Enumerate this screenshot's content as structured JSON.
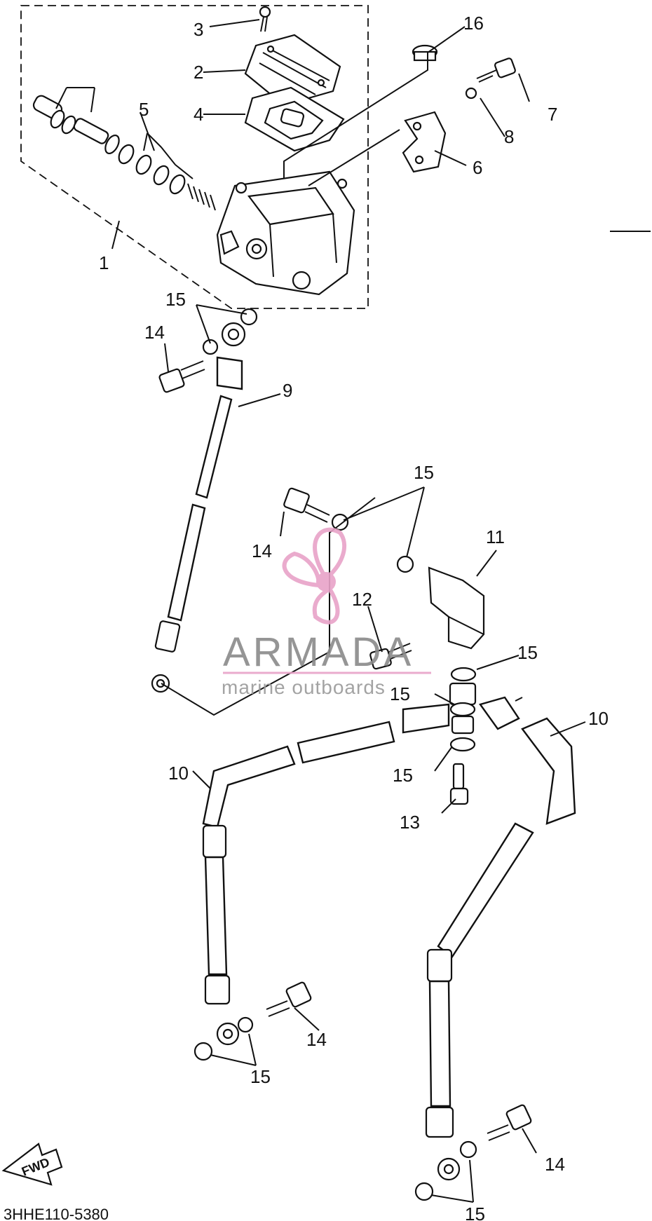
{
  "callouts": {
    "c1": "1",
    "c2": "2",
    "c3": "3",
    "c4": "4",
    "c5": "5",
    "c6": "6",
    "c7": "7",
    "c8": "8",
    "c9": "9",
    "c10a": "10",
    "c10b": "10",
    "c11": "11",
    "c12": "12",
    "c13": "13",
    "c14a": "14",
    "c14b": "14",
    "c14c": "14",
    "c14d": "14",
    "c15a": "15",
    "c15b": "15",
    "c15c": "15",
    "c15d": "15",
    "c15e": "15",
    "c15f": "15",
    "c15g": "15",
    "c16": "16"
  },
  "watermark": {
    "brand": "ARMADA",
    "tagline": "marine outboards",
    "accent_color": "#e8a3c8"
  },
  "fwd_label": "FWD",
  "diagram_code": "3HHE110-5380"
}
